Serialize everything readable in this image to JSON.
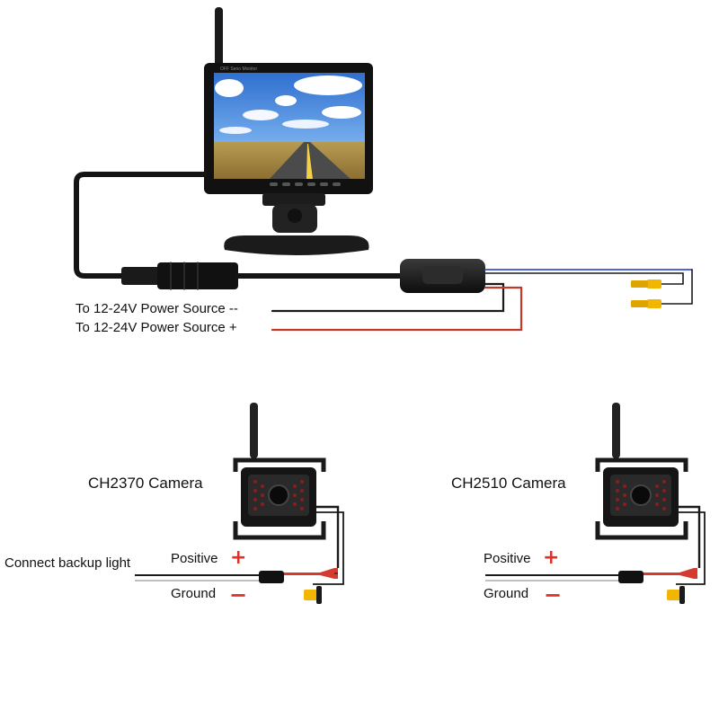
{
  "monitor": {
    "osd_text": "OFF  Seno  Monitor"
  },
  "power": {
    "negative_label": "To 12-24V Power Source --",
    "positive_label": "To 12-24V Power Source +"
  },
  "cameras": [
    {
      "title": "CH2370 Camera",
      "backup_label": "Connect backup light",
      "positive_label": "Positive",
      "ground_label": "Ground",
      "positive_symbol": "+",
      "ground_symbol": "−"
    },
    {
      "title": "CH2510 Camera",
      "positive_label": "Positive",
      "ground_label": "Ground",
      "positive_symbol": "+",
      "ground_symbol": "−"
    }
  ],
  "colors": {
    "red_wire": "#c0392b",
    "black_wire": "#1a1a1a",
    "blue_wire": "#3b4fd1",
    "rca_yellow": "#f2b600",
    "symbol_red": "#e0312a"
  }
}
